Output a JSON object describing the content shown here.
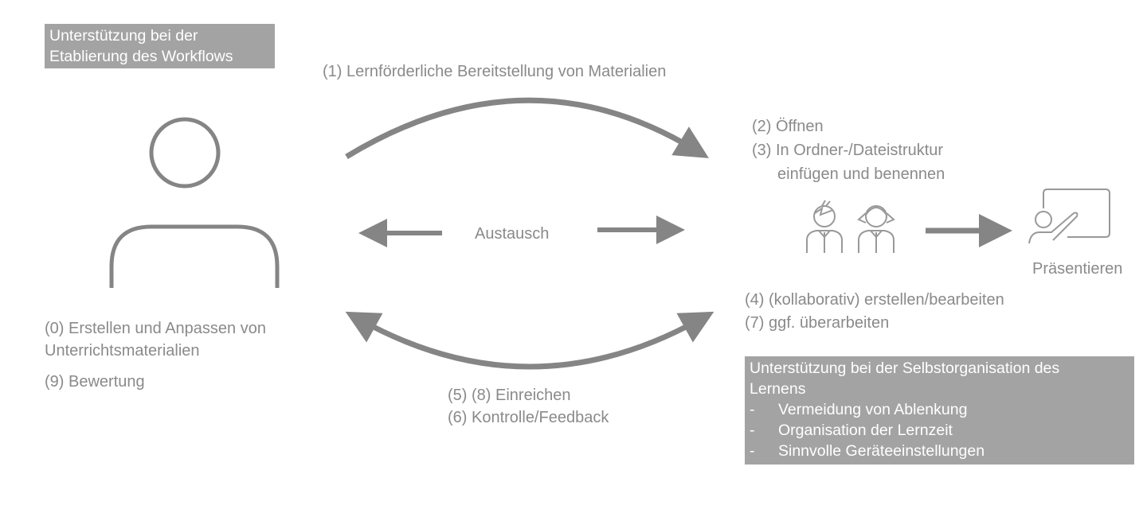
{
  "teacher_box": {
    "line1": "Unterstützung bei der",
    "line2": "Etablierung des Workflows"
  },
  "step1": "(1) Lernförderliche Bereitstellung von Materialien",
  "step2": "(2) Öffnen",
  "step3a": "(3) In Ordner-/Dateistruktur",
  "step3b": "einfügen und benennen",
  "exchange": "Austausch",
  "present": "Präsentieren",
  "step4": "(4) (kollaborativ) erstellen/bearbeiten",
  "step7": "(7) ggf. überarbeiten",
  "step0a": "(0) Erstellen und Anpassen von",
  "step0b": "Unterrichtsmaterialien",
  "step9": "(9) Bewertung",
  "step58": "(5) (8) Einreichen",
  "step6": "(6) Kontrolle/Feedback",
  "student_box": {
    "title1": "Unterstützung bei der Selbstorganisation des",
    "title2": "Lernens",
    "bullet": "-",
    "items": [
      "Vermeidung von Ablenkung",
      "Organisation der Lernzeit",
      "Sinnvolle Geräteeinstellungen"
    ]
  },
  "colors": {
    "arrow": "#858585",
    "text": "#8a8a8a",
    "box": "#a3a3a3"
  }
}
